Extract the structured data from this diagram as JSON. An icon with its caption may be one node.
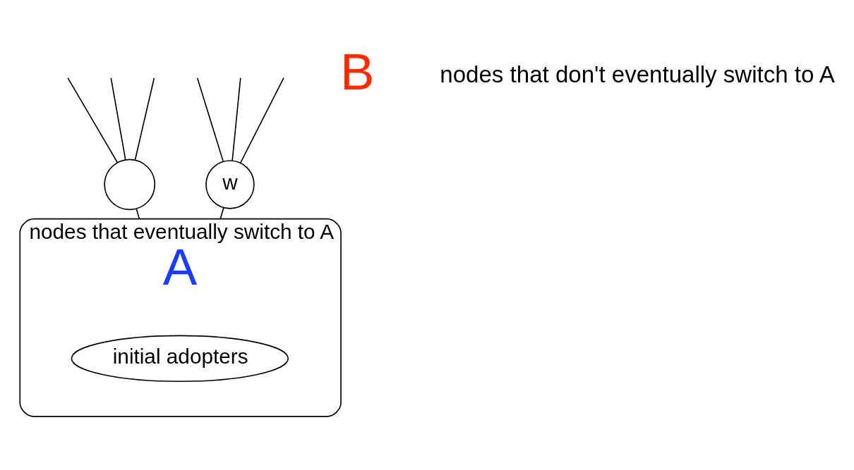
{
  "diagram": {
    "nodes": [
      {
        "text": [
          "nodes that eventually switch to A",
          "A"
        ]
      },
      {
        "text": [
          "initial adopters"
        ],
        "in": 0
      },
      {
        "text": [],
        "shape": "circle"
      },
      {
        "text": [
          "w"
        ]
      }
    ],
    "edges": [
      {
        "from": 2,
        "to": null,
        "arrow": "none"
      },
      {
        "from": 2,
        "to": null,
        "arrow": "none"
      },
      {
        "from": 2,
        "to": null,
        "arrow": "none"
      },
      {
        "from": 2,
        "to": 0,
        "arrow": "none"
      },
      {
        "from": 3,
        "to": null,
        "arrow": "none"
      },
      {
        "from": 3,
        "to": null,
        "arrow": "none"
      },
      {
        "from": 3,
        "to": null,
        "arrow": "none"
      },
      {
        "from": 3,
        "to": 0,
        "arrow": "none"
      }
    ],
    "labels": [
      "B",
      "nodes that don't eventually switch to A"
    ]
  }
}
